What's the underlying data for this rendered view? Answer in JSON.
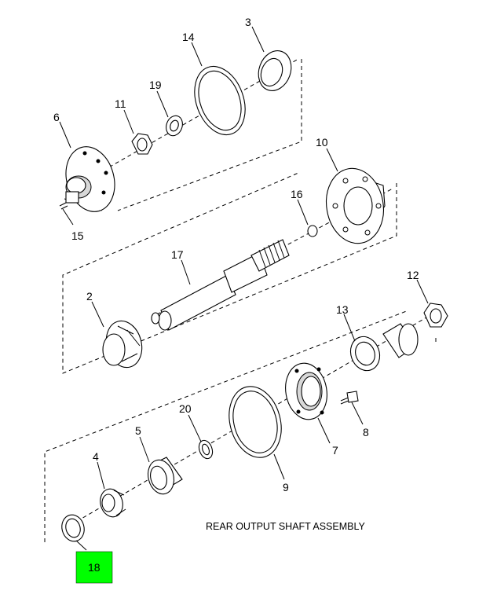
{
  "diagram_title": "REAR OUTPUT SHAFT ASSEMBLY",
  "highlight_color": "#00ff00",
  "callouts": {
    "p1": "3",
    "p2": "14",
    "p3": "19",
    "p4": "11",
    "p5": "6",
    "p6": "15",
    "p7": "10",
    "p8": "16",
    "p9": "17",
    "p10": "2",
    "p11": "12",
    "p12": "13",
    "p13": "20",
    "p14": "5",
    "p15": "8",
    "p16": "7",
    "p17": "4",
    "p18": "9",
    "p19": "18"
  }
}
